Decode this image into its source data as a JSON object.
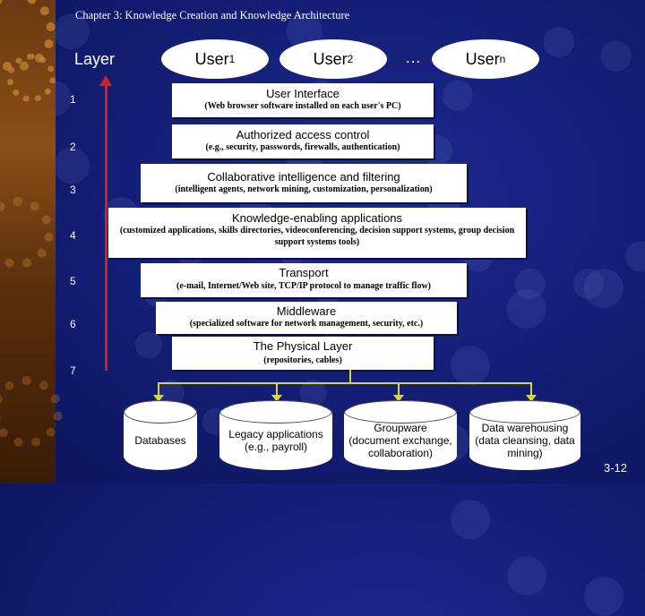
{
  "chapter_title": "Chapter 3: Knowledge Creation and Knowledge Architecture",
  "layer_heading": "Layer",
  "users": [
    {
      "base": "User",
      "sub": "1"
    },
    {
      "base": "User",
      "sub": "2"
    },
    {
      "base": "User",
      "sub": "n"
    }
  ],
  "ellipsis": "…",
  "layer_numbers": [
    "1",
    "2",
    "3",
    "4",
    "5",
    "6",
    "7"
  ],
  "layers": [
    {
      "title": "User Interface",
      "subtitle": "(Web browser software installed on each user's PC)"
    },
    {
      "title": "Authorized access control",
      "subtitle": "(e.g., security, passwords, firewalls, authentication)"
    },
    {
      "title": "Collaborative intelligence and filtering",
      "subtitle": "(intelligent agents, network mining, customization, personalization)"
    },
    {
      "title": "Knowledge-enabling applications",
      "subtitle": "(customized applications, skills directories, videoconferencing, decision support systems, group decision support systems tools)"
    },
    {
      "title": "Transport",
      "subtitle": "(e-mail, Internet/Web site, TCP/IP protocol to manage traffic flow)"
    },
    {
      "title": "Middleware",
      "subtitle": "(specialized software for network management, security, etc.)"
    },
    {
      "title": "The Physical Layer",
      "subtitle": "(repositories, cables)"
    }
  ],
  "repositories": [
    "Databases",
    "Legacy applications (e.g., payroll)",
    "Groupware (document exchange, collaboration)",
    "Data warehousing (data cleansing, data mining)"
  ],
  "page_number": "3-12"
}
